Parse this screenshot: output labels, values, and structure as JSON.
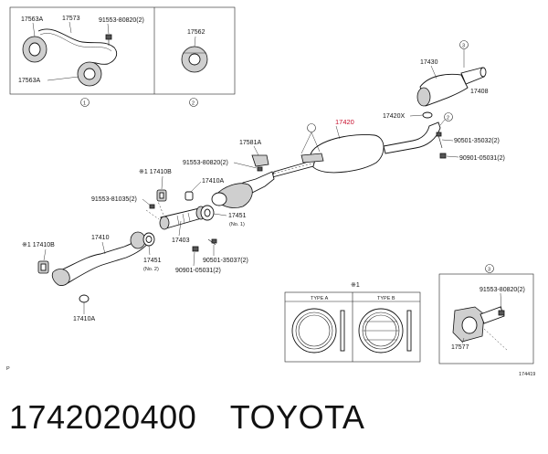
{
  "diagram": {
    "labels": {
      "l_17563A_top": "17563A",
      "l_17573": "17573",
      "l_91553_top": "91553-80820(2)",
      "l_17563A_bot": "17563A",
      "l_17562": "17562",
      "l_c1": "1",
      "l_c2": "2",
      "l_c3a": "3",
      "l_c2b": "2",
      "l_17430": "17430",
      "l_17408": "17408",
      "l_17420X": "17420X",
      "l_17420": "17420",
      "l_90501_35032": "90501-35032(2)",
      "l_90901_05031_r": "90901-05031(2)",
      "l_17581A": "17581A",
      "l_91553_mid": "91553-80820(2)",
      "l_17410B_1": "※1 17410B",
      "l_17410A_1": "17410A",
      "l_91553_81035": "91553-81035(2)",
      "l_17451_1": "17451",
      "l_no1": "(No. 1)",
      "l_17410": "17410",
      "l_17410B_2": "※1 17410B",
      "l_17451_2": "17451",
      "l_no2": "(No. 2)",
      "l_17403": "17403",
      "l_90501_35037": "90501-35037(2)",
      "l_90901_05031_m": "90901-05031(2)",
      "l_17410A_2": "17410A",
      "l_note1": "※1",
      "l_typeA": "TYPE A",
      "l_typeB": "TYPE B",
      "l_c3b": "3",
      "l_91553_80820_r": "91553-80820(2)",
      "l_17577": "17577",
      "l_P": "P",
      "l_ref": "174419"
    }
  },
  "caption": {
    "part_number": "1742020400",
    "brand": "TOYOTA"
  }
}
